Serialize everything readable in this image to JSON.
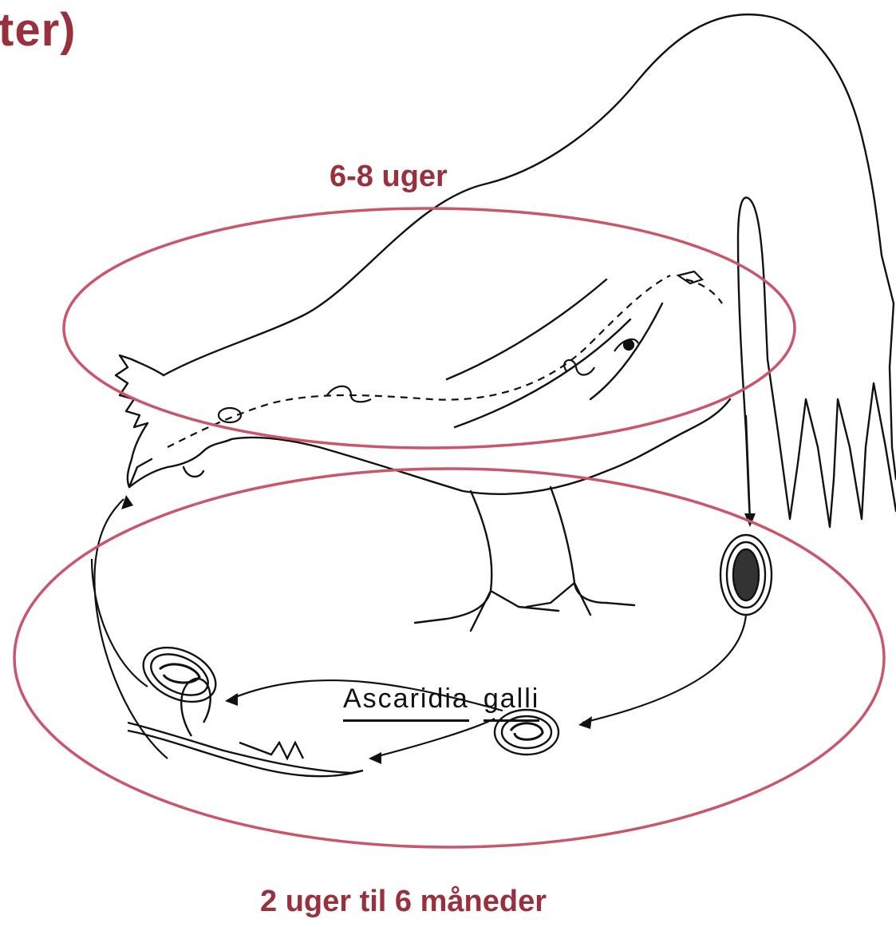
{
  "title_fragment": "ter)",
  "labels": {
    "adult_phase": "6-8 uger",
    "environment_phase": "2 uger til 6 måneder",
    "species_genus": "Ascaridia",
    "species_epithet": "galli"
  },
  "colors": {
    "accent": "#98303e",
    "ellipse": "#c9566a",
    "ink": "#111111"
  }
}
